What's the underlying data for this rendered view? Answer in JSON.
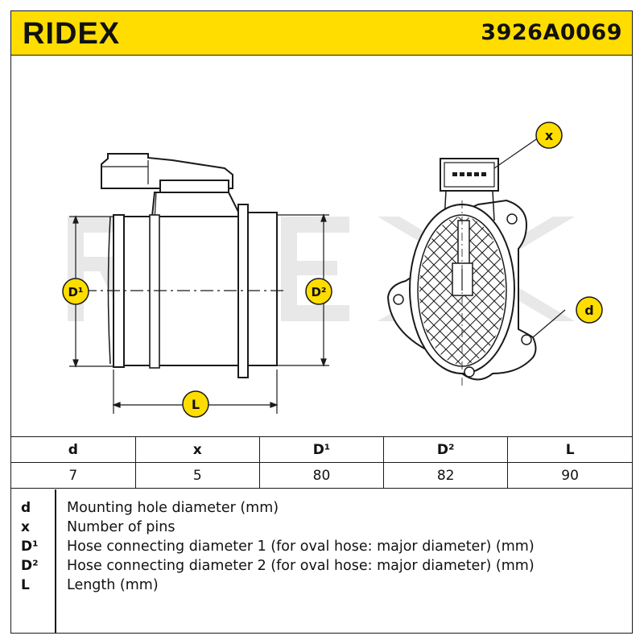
{
  "header": {
    "brand": "RIDEX",
    "part_number": "3926A0069"
  },
  "drawing": {
    "callouts": {
      "x": "x",
      "d": "d",
      "D1": "D¹",
      "D2": "D²",
      "L": "L"
    }
  },
  "specs": {
    "headers": [
      "d",
      "x",
      "D¹",
      "D²",
      "L"
    ],
    "values": [
      "7",
      "5",
      "80",
      "82",
      "90"
    ]
  },
  "legend": [
    {
      "key": "d",
      "desc": "Mounting hole diameter (mm)"
    },
    {
      "key": "x",
      "desc": "Number of pins"
    },
    {
      "key": "D¹",
      "desc": "Hose connecting diameter 1 (for oval hose: major diameter) (mm)"
    },
    {
      "key": "D²",
      "desc": "Hose connecting diameter 2 (for oval hose: major diameter) (mm)"
    },
    {
      "key": "L",
      "desc": "Length (mm)"
    }
  ],
  "colors": {
    "brand_yellow": "#ffdd00",
    "line": "#1a1a1a",
    "watermark": "#e6e6e6"
  }
}
